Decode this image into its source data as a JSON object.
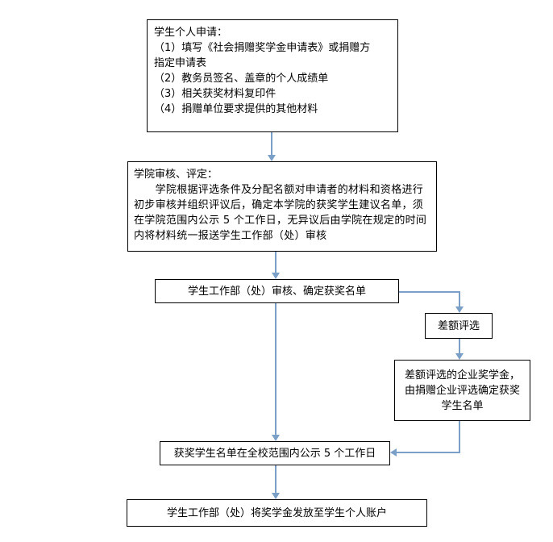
{
  "box1": {
    "title": "学生个人申请：",
    "items": [
      "（1）填写《社会捐赠奖学金申请表》或捐赠方",
      "指定申请表",
      "（2）教务员签名、盖章的个人成绩单",
      "（3）相关获奖材料复印件",
      "（4）捐赠单位要求提供的其他材料"
    ]
  },
  "box2": {
    "title": "学院审核、评定：",
    "body": "　　学院根据评选条件及分配名额对申请者的材料和资格进行初步审核并组织评议后，确定本学院的获奖学生建议名单，须在学院范围内公示 5 个工作日，无异议后由学院在规定的时间内将材料统一报送学生工作部（处）审核"
  },
  "box3": "学生工作部（处）审核、确定获奖名单",
  "box4": "差额评选",
  "box5": "差额评选的企业奖学金，由捐赠企业评选确定获奖学生名单",
  "box6": "获奖学生名单在全校范围内公示 5 个工作日",
  "box7": "学生工作部（处）将奖学金发放至学生个人账户",
  "arrow_color": "#7aa0c8"
}
